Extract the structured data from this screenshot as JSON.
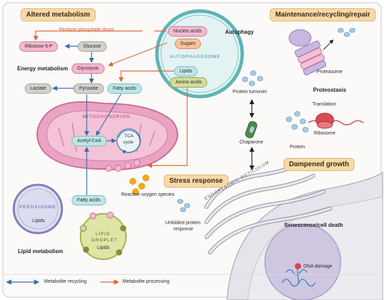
{
  "headers": {
    "altered_metabolism": "Altered metabolism",
    "maintenance": "Maintenance/recycling/repair",
    "stress_response": "Stress response",
    "dampened_growth": "Dampened growth"
  },
  "section_labels": {
    "autophagy": "Autophagy",
    "energy_metabolism": "Energy metabolism",
    "proteostasis": "Proteostasis",
    "lipid_metabolism": "Lipid metabolism",
    "senescence": "Senescence/cell death"
  },
  "pathway": {
    "pentose_shunt": "Pentose phosphate shunt",
    "ribulose": "Ribulose-5-P",
    "glucose": "Glucose",
    "glycolysis": "Glycolysis",
    "lactate": "Lactate",
    "pyruvate": "Pyruvate",
    "fatty_acids_top": "Fatty acids",
    "fatty_acids_bottom": "Fatty acids",
    "acetyl_coa": "Acetyl-CoA",
    "tca": "TCA",
    "tca_cycle": "cycle"
  },
  "autophagosome": {
    "label": "AUTOPHAGOSOME",
    "nucleic_acids": "Nucleic acids",
    "sugars": "Sugars",
    "lipids": "Lipids",
    "amino_acids": "Amino acids"
  },
  "organelles": {
    "mitochondrion": "MITOCHONDRION",
    "peroxisome": "PEROXISOME",
    "peroxisome_sub": "Lipids",
    "lipid_droplet_1": "LIPID",
    "lipid_droplet_2": "DROPLET",
    "lipid_droplet_sub": "Lipids",
    "er": "ENDOPLASMIC RETICULUM"
  },
  "labels": {
    "proteasome": "Proteasome",
    "protein_turnover": "Protein turnover",
    "translation": "Translation",
    "ribosome": "Ribosome",
    "protein": "Protein",
    "chaperone": "Chaparone",
    "ros": "Reactive oxygen species",
    "unfolded_1": "Unfolded protein",
    "unfolded_2": "response",
    "dna_damage": "DNA damage"
  },
  "legend": {
    "recycling": "Metabolite recycling",
    "processing": "Metabolite processing"
  },
  "colors": {
    "recycling_arrow": "#3b6fa8",
    "processing_arrow": "#e0683a",
    "header_fill": "#f7d9a8",
    "mito_fill": "#e79cbc",
    "autophagosome_ring": "#5fb4b4"
  }
}
